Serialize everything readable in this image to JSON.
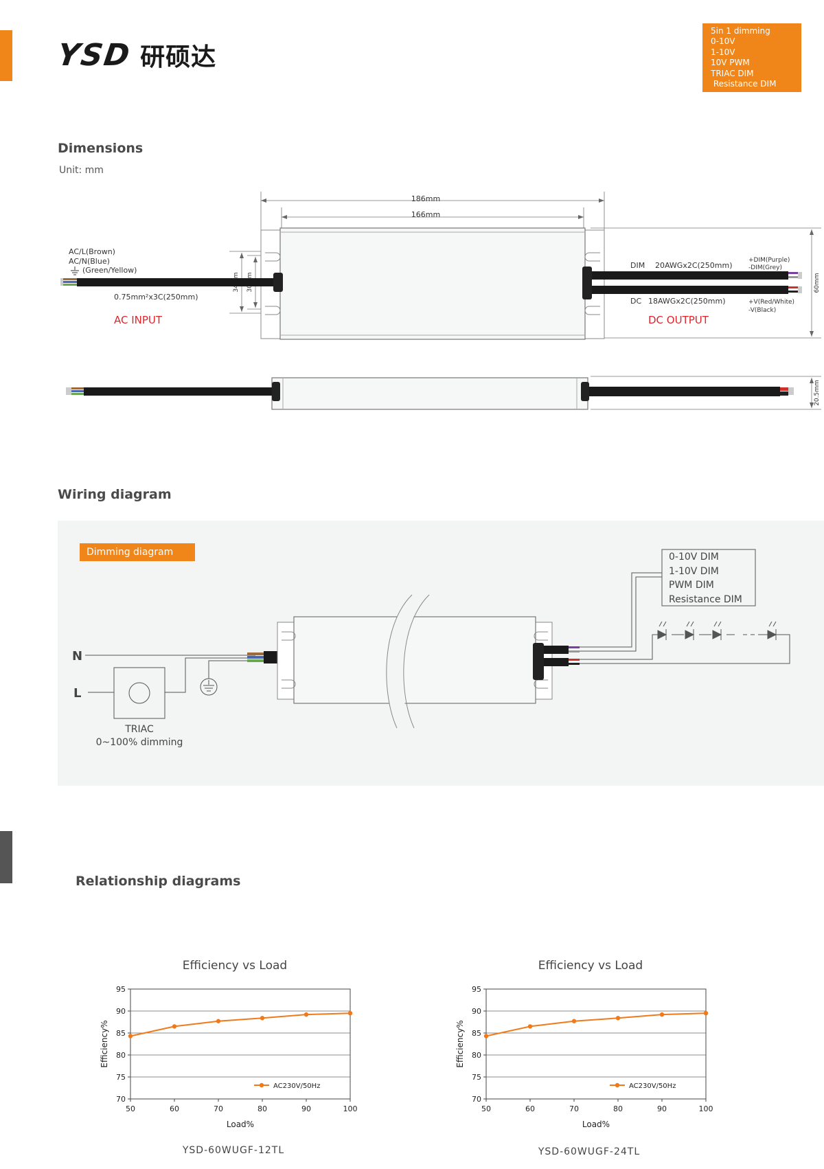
{
  "brand": {
    "latin": "YSD",
    "cjk": "研硕达",
    "accent_color": "#f08519",
    "dark_bar_color": "#555555"
  },
  "badge": {
    "lines": [
      "5in 1 dimming",
      "0-10V",
      "1-10V",
      "10V PWM",
      "TRIAC DIM",
      " Resistance DIM"
    ]
  },
  "dimensions": {
    "title": "Dimensions",
    "unit": "Unit: mm",
    "len_outer": "186mm",
    "len_inner": "166mm",
    "h34": "34mm",
    "h30": "30mm",
    "h60": "60mm",
    "h20": "20.5mm",
    "ac_l": "AC/L(Brown)",
    "ac_n": "AC/N(Blue)",
    "ac_gnd": "(Green/Yellow)",
    "ac_wire": "0.75mm²x3C(250mm)",
    "ac_input": "AC INPUT",
    "dim_label": "DIM",
    "dim_wire": "20AWGx2C(250mm)",
    "dim_plus": "+DIM(Purple)",
    "dim_minus": "-DIM(Grey)",
    "dc_label": "DC",
    "dc_wire": "18AWGx2C(250mm)",
    "v_plus": "+V(Red/White)",
    "v_minus": "-V(Black)",
    "dc_output": "DC OUTPUT"
  },
  "wiring": {
    "title": "Wiring diagram",
    "tag": "Dimming diagram",
    "n": "N",
    "l": "L",
    "triac": "TRIAC",
    "triac_range": "0~100% dimming",
    "dim_modes": [
      "0-10V DIM",
      "1-10V DIM",
      "PWM DIM",
      "Resistance DIM"
    ]
  },
  "relationship": {
    "title": "Relationship diagrams"
  },
  "chart_data": [
    {
      "type": "line",
      "title": "Efficiency vs Load",
      "xlabel": "Load%",
      "ylabel": "Efficiency%",
      "x": [
        50,
        60,
        70,
        80,
        90,
        100
      ],
      "xticks": [
        "50",
        "60",
        "70",
        "80",
        "90",
        "100"
      ],
      "yticks": [
        "95",
        "90",
        "85",
        "80",
        "75",
        "70"
      ],
      "xlim": [
        50,
        100
      ],
      "ylim": [
        70,
        95
      ],
      "grid": "horizontal",
      "legend_position": "bottom-right",
      "series": [
        {
          "name": "AC230V/50Hz",
          "values": [
            84.3,
            86.5,
            87.7,
            88.4,
            89.2,
            89.5
          ],
          "color": "#f07a1a"
        }
      ],
      "model": "YSD-60WUGF-12TL"
    },
    {
      "type": "line",
      "title": "Efficiency vs Load",
      "xlabel": "Load%",
      "ylabel": "Efficiency%",
      "x": [
        50,
        60,
        70,
        80,
        90,
        100
      ],
      "xticks": [
        "50",
        "60",
        "70",
        "80",
        "90",
        "100"
      ],
      "yticks": [
        "95",
        "90",
        "85",
        "80",
        "75",
        "70"
      ],
      "xlim": [
        50,
        100
      ],
      "ylim": [
        70,
        95
      ],
      "grid": "horizontal",
      "legend_position": "bottom-right",
      "series": [
        {
          "name": "AC230V/50Hz",
          "values": [
            84.3,
            86.5,
            87.7,
            88.4,
            89.2,
            89.5
          ],
          "color": "#f07a1a"
        }
      ],
      "model": "YSD-60WUGF-24TL"
    }
  ]
}
